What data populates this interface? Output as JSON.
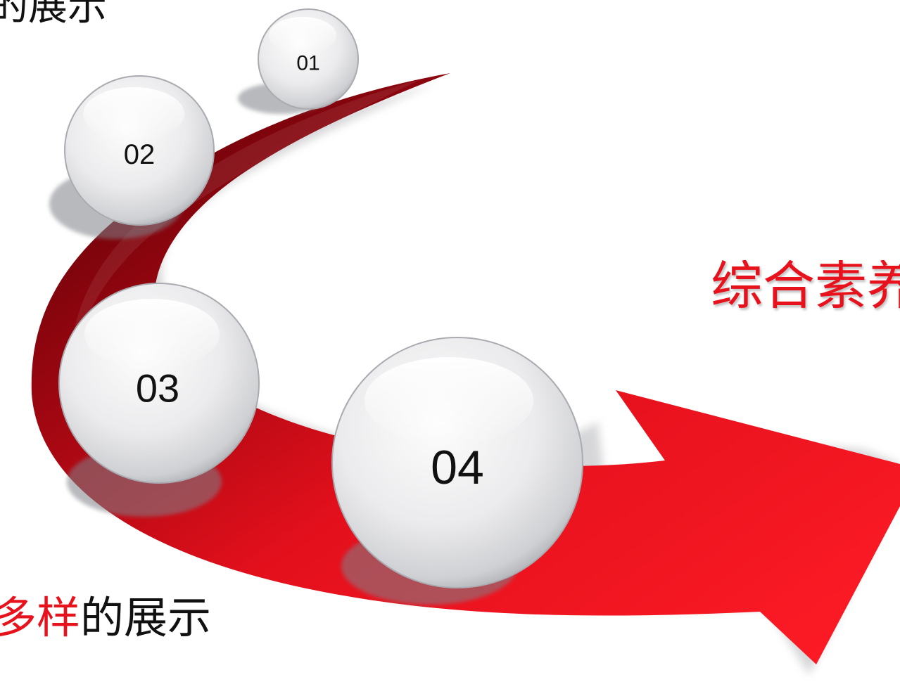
{
  "steps": [
    {
      "label": "01"
    },
    {
      "label": "02"
    },
    {
      "label": "03"
    },
    {
      "label": "04"
    }
  ],
  "captions": {
    "top_left_partial": "的展示",
    "bottom_left_highlight": "多样",
    "bottom_left_rest": "的展示",
    "right_partial": "综合素养"
  },
  "colors": {
    "arrow_light": "#ff1a24",
    "arrow_mid": "#d70c18",
    "arrow_dark": "#5e0208",
    "highlight_text": "#e8121d",
    "ball_base": "#e9e9eb",
    "shadow": "#7f8188"
  }
}
